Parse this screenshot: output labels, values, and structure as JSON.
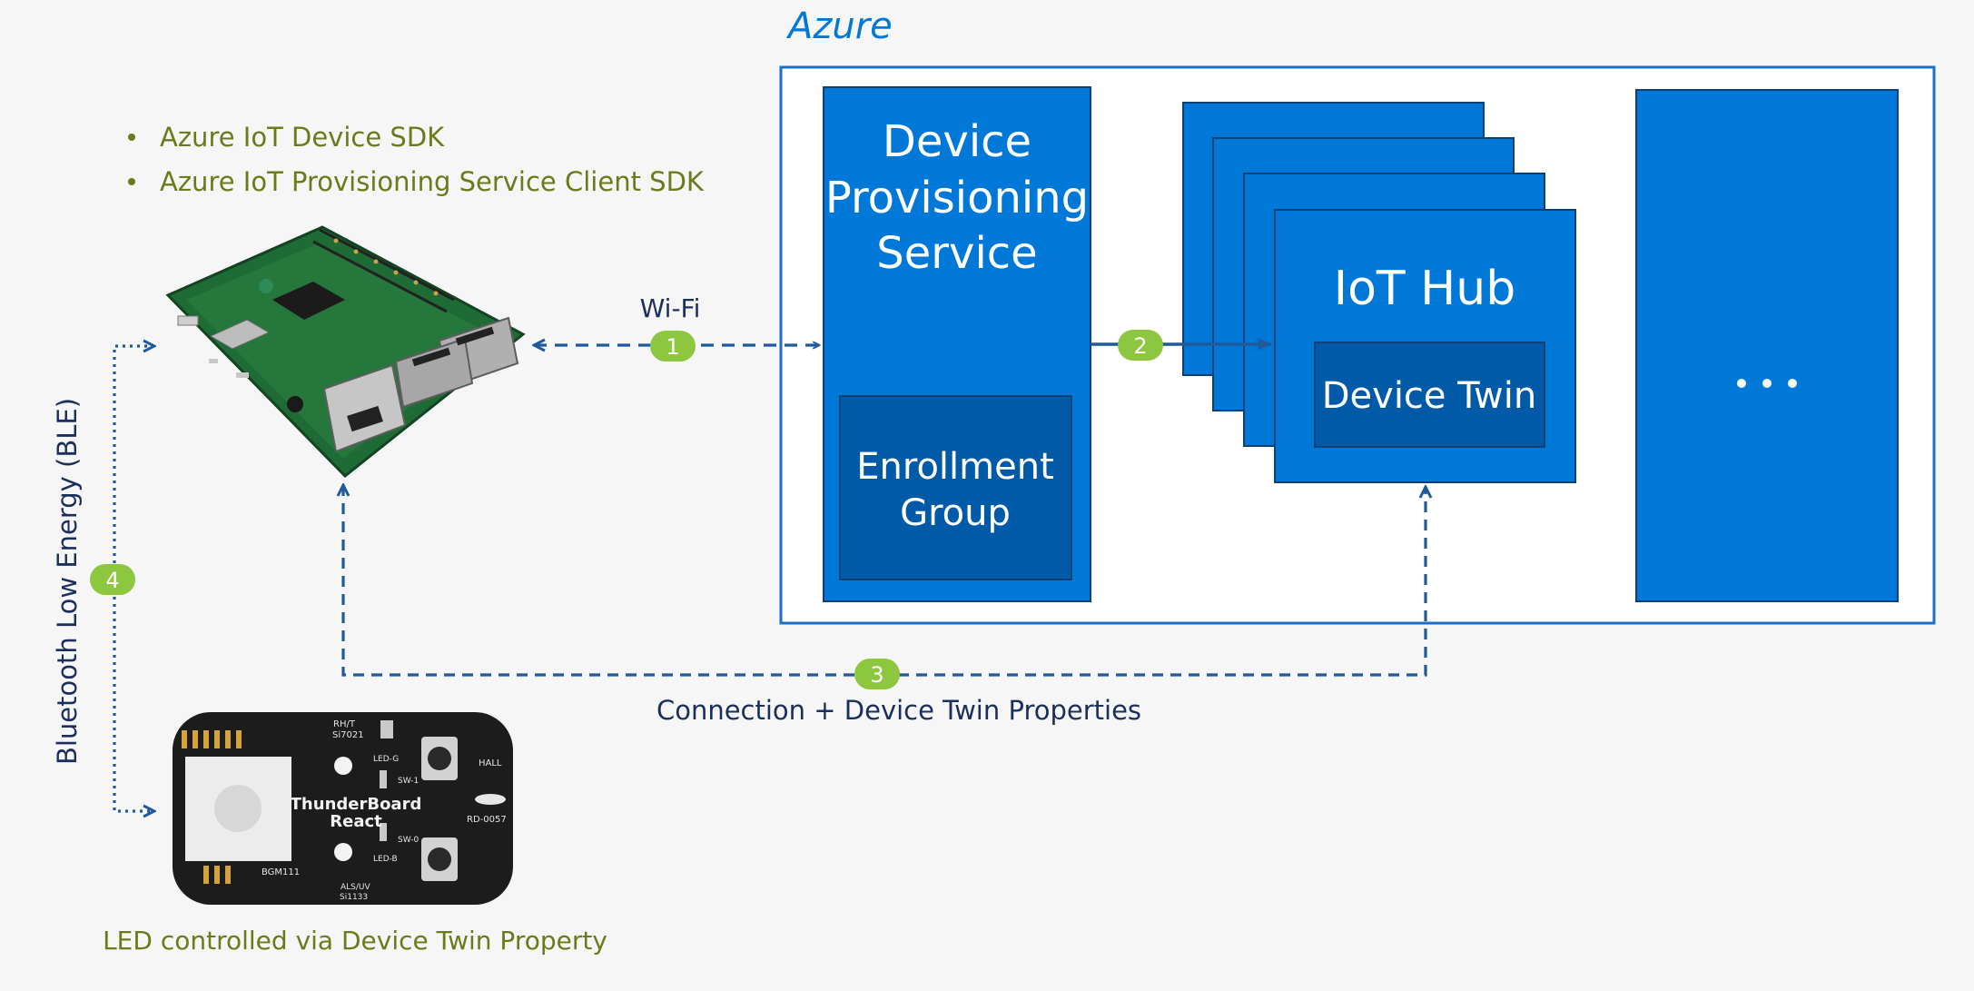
{
  "cloud": {
    "title": "Azure"
  },
  "sdk_list": [
    "Azure IoT Device SDK",
    "Azure IoT Provisioning Service Client SDK"
  ],
  "dps": {
    "title_lines": [
      "Device",
      "Provisioning",
      "Service"
    ],
    "enrollment_lines": [
      "Enrollment",
      "Group"
    ]
  },
  "iot_hub": {
    "title": "IoT Hub",
    "device_twin": "Device Twin"
  },
  "more_services": {
    "label": "..."
  },
  "links": {
    "wifi": "Wi-Fi",
    "connection": "Connection + Device Twin Properties",
    "ble": "Bluetooth Low Energy (BLE)"
  },
  "steps": [
    "1",
    "2",
    "3",
    "4"
  ],
  "thunderboard": {
    "board_text_lines": [
      "ThunderBoard",
      "React"
    ],
    "silk_labels": [
      "RH/T",
      "Si7021",
      "LED-G",
      "SW-1",
      "HALL",
      "SW-0",
      "LED-B",
      "RD-0057",
      "BGM111",
      "ALS/UV",
      "Si1133"
    ],
    "caption": "LED controlled via Device Twin Property"
  },
  "colors": {
    "azure_blue": "#0078d7",
    "dark_blue": "#005aa7",
    "frame": "#1f6fc2",
    "olive": "#6b7a1a",
    "arrow": "#1f5a9a",
    "step_green": "#8dc63f"
  },
  "icons": [
    "raspberry-pi-board",
    "thunderboard-react-board"
  ]
}
